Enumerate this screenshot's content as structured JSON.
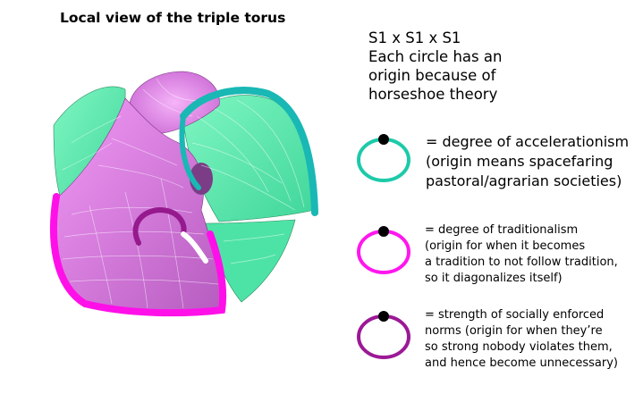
{
  "title": "Local view of the triple torus",
  "description": [
    "S1 x S1 x S1",
    "Each circle has an",
    "origin because of",
    "horseshoe theory"
  ],
  "legend": [
    {
      "lines": [
        "= degree of accelerationism",
        "(origin means spacefaring",
        "pastoral/agrarian societies)"
      ],
      "color": "#1ccaa9"
    },
    {
      "lines": [
        "= degree of traditionalism",
        "(origin for when it becomes",
        "a tradition to not follow tradition,",
        "so it diagonalizes itself)"
      ],
      "color": "#ff17ee"
    },
    {
      "lines": [
        "= strength of socially enforced",
        "norms (origin for when they’re",
        "so strong nobody violates them,",
        "and hence become unnecessary)"
      ],
      "color": "#9c1896"
    }
  ],
  "colors": {
    "surface_green": "#6df0b3",
    "surface_pink": "#e87ef0",
    "outline_teal": "#19b8b4",
    "outline_magenta": "#ff10e8",
    "outline_purple": "#951a8d",
    "origin_dot": "#000000"
  }
}
